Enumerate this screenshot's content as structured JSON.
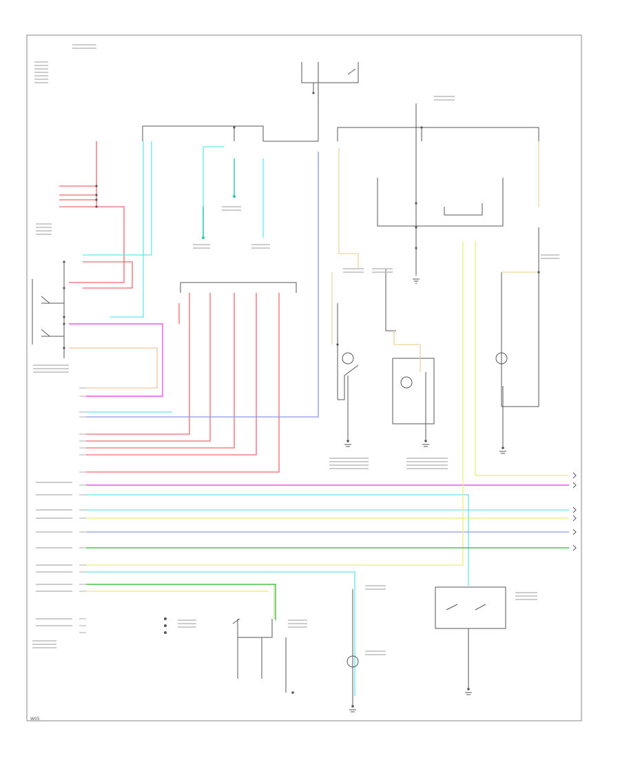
{
  "diagram": {
    "corner_code": "W05",
    "colors": {
      "frame": "#999999",
      "wire": "#555555",
      "red": "#f2676e",
      "cyan": "#5fe8ea",
      "blue": "#8c98ec",
      "magenta": "#ee55ee",
      "yellow": "#f0ee88",
      "tan": "#e9d59c",
      "green": "#44c54a",
      "orange": "#f5c29a",
      "teal": "#26c7ad"
    },
    "icons": [
      "ground-symbol",
      "connector-arrow",
      "switch-contact",
      "lamp-filament"
    ]
  }
}
